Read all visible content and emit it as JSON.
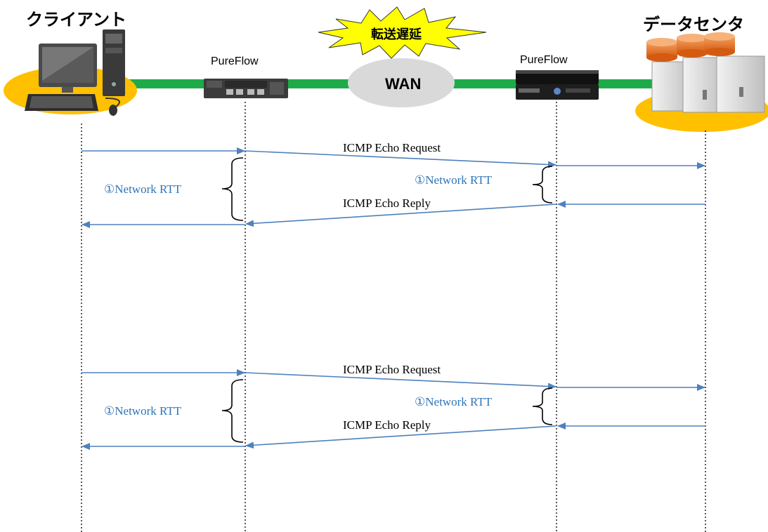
{
  "nodes": {
    "client": "クライアント",
    "pureflow_left": "PureFlow",
    "wan": "WAN",
    "pureflow_right": "PureFlow",
    "datacenter": "データセンタ"
  },
  "banner": "転送遅延",
  "sequences": [
    {
      "request": "ICMP Echo Request",
      "reply": "ICMP Echo Reply",
      "rtt_left": "①Network RTT",
      "rtt_right": "①Network RTT"
    },
    {
      "request": "ICMP Echo Request",
      "reply": "ICMP Echo Reply",
      "rtt_left": "①Network RTT",
      "rtt_right": "①Network RTT"
    }
  ],
  "colors": {
    "arrow": "#4f81bd",
    "rtt_text": "#2e75b6",
    "network_line": "#1faa4a",
    "ellipse": "#ffc000",
    "burst": "#ffff00",
    "wan_cloud": "#d9d9d9"
  }
}
